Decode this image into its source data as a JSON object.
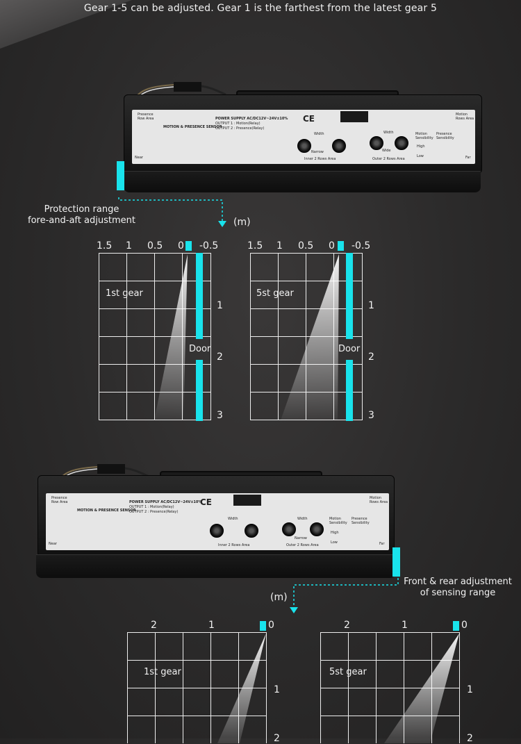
{
  "header": {
    "note": "Gear 1-5 can be adjusted. Gear 1 is the farthest from the latest gear 5"
  },
  "device": {
    "presence_row": "Presence\nRow Area",
    "motion_rows": "Motion\nRows Area",
    "title": "MOTION & PRESENCE SENSOR",
    "power_supply": "POWER SUPPLY AC/DC12V~24V±10%",
    "output1": "OUTPUT 1 : Motion(Relay)",
    "output2": "OUTPUT 2 : Presence(Relay)",
    "ce": "CE",
    "width": "Width",
    "narrow": "Narrow",
    "wide": "Wide",
    "inner": "Inner 2 Rows Area",
    "outer": "Outer 2 Rows Area",
    "motion_sens": "Motion\nSensibility",
    "presence_sens": "Presence\nSensibility",
    "high": "High",
    "low": "Low",
    "near": "Near",
    "far": "Far"
  },
  "section1": {
    "caption_line1": "Protection range",
    "caption_line2": "fore-and-aft adjustment",
    "unit": "(m)",
    "x_ticks": [
      "1.5",
      "1",
      "0.5",
      "0",
      "-0.5"
    ],
    "y_ticks": [
      "1",
      "2",
      "3"
    ],
    "charts": [
      {
        "gear": "1st gear",
        "door": "Door"
      },
      {
        "gear": "5st gear",
        "door": "Door"
      }
    ]
  },
  "section2": {
    "caption_line1": "Front & rear adjustment",
    "caption_line2": "of sensing range",
    "unit": "(m)",
    "x_ticks": [
      "2",
      "1",
      "0"
    ],
    "y_ticks": [
      "1",
      "2"
    ],
    "charts": [
      {
        "gear": "1st gear"
      },
      {
        "gear": "5st gear"
      }
    ]
  },
  "colors": {
    "accent": "#19e3ec",
    "background": "#2b2a2a"
  }
}
